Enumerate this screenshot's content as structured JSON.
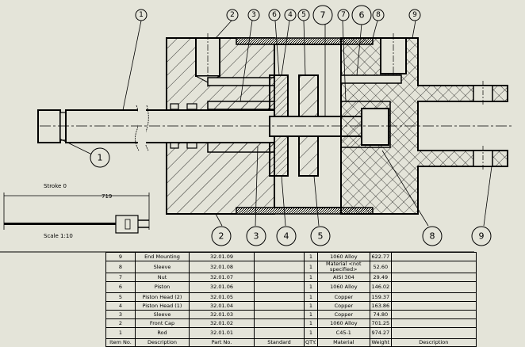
{
  "drawing": {
    "title": "Pneumatic cylinder assembly section view",
    "detail_view": {
      "label": "Stroke 0",
      "dimension": "719",
      "scale_label": "Scale 1:10"
    },
    "balloons_top": [
      "1",
      "2",
      "3",
      "6",
      "4",
      "5",
      "7",
      "7",
      "6",
      "8",
      "9"
    ],
    "balloons_bottom": [
      "1",
      "2",
      "3",
      "4",
      "5",
      "8",
      "9"
    ]
  },
  "bom": {
    "headers": [
      "Item No.",
      "Description",
      "Part No.",
      "Standard",
      "QTY.",
      "Material",
      "Weight",
      "Description"
    ],
    "rows": [
      {
        "item": "9",
        "description": "End Mounting",
        "part_no": "32.01.09",
        "standard": "",
        "qty": "1",
        "material": "1060 Alloy",
        "weight": "622.77",
        "desc2": ""
      },
      {
        "item": "8",
        "description": "Sleeve",
        "part_no": "32.01.08",
        "standard": "",
        "qty": "1",
        "material": "Material <not specified>",
        "weight": "52.60",
        "desc2": ""
      },
      {
        "item": "7",
        "description": "Nut",
        "part_no": "32.01.07",
        "standard": "",
        "qty": "1",
        "material": "AISI 304",
        "weight": "29.49",
        "desc2": ""
      },
      {
        "item": "6",
        "description": "Piston",
        "part_no": "32.01.06",
        "standard": "",
        "qty": "1",
        "material": "1060 Alloy",
        "weight": "146.02",
        "desc2": ""
      },
      {
        "item": "5",
        "description": "Piston Head (2)",
        "part_no": "32.01.05",
        "standard": "",
        "qty": "1",
        "material": "Copper",
        "weight": "159.37",
        "desc2": ""
      },
      {
        "item": "4",
        "description": "Piston Head (1)",
        "part_no": "32.01.04",
        "standard": "",
        "qty": "1",
        "material": "Copper",
        "weight": "163.86",
        "desc2": ""
      },
      {
        "item": "3",
        "description": "Sleeve",
        "part_no": "32.01.03",
        "standard": "",
        "qty": "1",
        "material": "Copper",
        "weight": "74.80",
        "desc2": ""
      },
      {
        "item": "2",
        "description": "Front Cap",
        "part_no": "32.01.02",
        "standard": "",
        "qty": "1",
        "material": "1060 Alloy",
        "weight": "701.25",
        "desc2": ""
      },
      {
        "item": "1",
        "description": "Rod",
        "part_no": "32.01.01",
        "standard": "",
        "qty": "1",
        "material": "C45-1",
        "weight": "974.27",
        "desc2": ""
      }
    ]
  },
  "colors": {
    "background": "#e4e4d9",
    "line": "#000000"
  }
}
